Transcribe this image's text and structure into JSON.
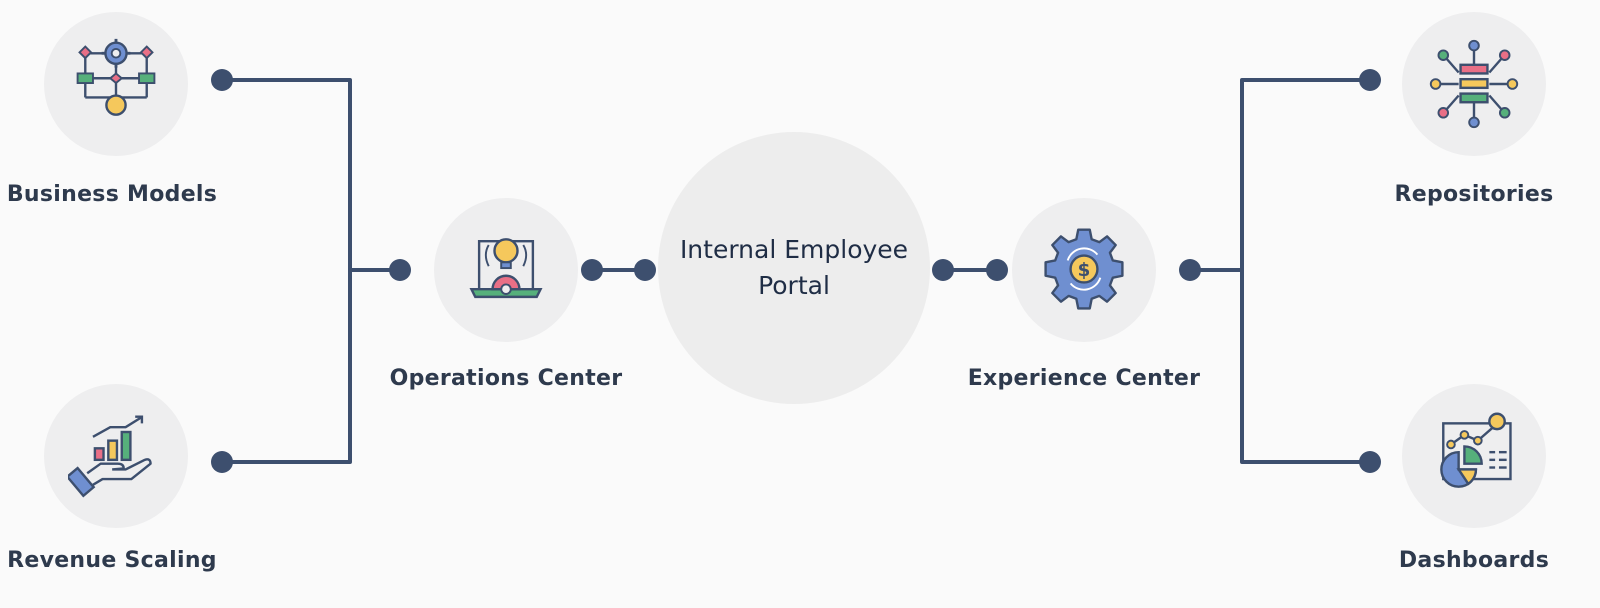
{
  "center": {
    "title": "Internal Employee Portal"
  },
  "nodes": {
    "business_models": {
      "label": "Business Models",
      "icon": "workflow-icon"
    },
    "revenue_scaling": {
      "label": "Revenue Scaling",
      "icon": "revenue-growth-icon"
    },
    "operations_center": {
      "label": "Operations Center",
      "icon": "laptop-idea-icon"
    },
    "experience_center": {
      "label": "Experience Center",
      "icon": "gear-dollar-icon"
    },
    "repositories": {
      "label": "Repositories",
      "icon": "network-hub-icon"
    },
    "dashboards": {
      "label": "Dashboards",
      "icon": "analytics-dashboard-icon"
    }
  },
  "colors": {
    "connector": "#3d4f6e",
    "node_fill": "#eeeeef",
    "text": "#2e3a4d",
    "accent_blue": "#6f8fd0",
    "accent_yellow": "#f5c85c",
    "accent_pink": "#e96f86",
    "accent_green": "#56b07b"
  }
}
